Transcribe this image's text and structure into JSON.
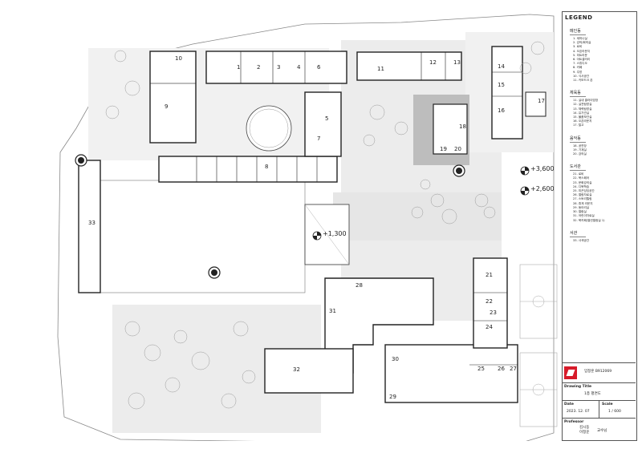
{
  "legend": {
    "title": "LEGEND",
    "groups": [
      {
        "title": "메인동",
        "items": [
          "1. 세미나실",
          "2. 강의/회의실",
          "3. 로비",
          "4. 오픈라운지",
          "5. 미트라운",
          "6. 아트갤러리",
          "7. 스튜디오",
          "8. 카페",
          "9. 주방",
          "10. 식사공간",
          "11. 키보드크 존"
        ]
      },
      {
        "title": "체육동",
        "items": [
          "11. 실내 클라이밍장",
          "12. 실전탐방실",
          "13. 체력탐방실",
          "14. 유가관실",
          "15. 물품보관실",
          "16. 오픈라운지",
          "17. 탈고"
        ]
      },
      {
        "title": "음악동",
        "items": [
          "18. 공연장",
          "19. 기계실",
          "20. 강의실"
        ]
      },
      {
        "title": "도서관",
        "items": [
          "21. 로비",
          "22. 북스페어",
          "23. 문화강의실",
          "24. 디북학습",
          "25. 미끈딩딩공간",
          "26. 열람자료실",
          "27. 스토리텔링",
          "28. 휴게 라운지",
          "29. 동아리실",
          "30. 열람실",
          "31. 어린이자료실",
          "32. 북카페(열린열람실 1)"
        ]
      },
      {
        "title": "서관",
        "items": [
          "33. 사색공간"
        ]
      }
    ]
  },
  "titleblock": {
    "student": "임정훈 B912069",
    "drawing_title_label": "Drawing Title",
    "drawing_title": "1층 평면도",
    "date_label": "Date",
    "date": "2023. 12. 07",
    "scale_label": "Scale",
    "scale": "1 / 600",
    "professor_label": "Professor",
    "professor_names": "김시동\n이정운",
    "professor_suffix": "교수님",
    "logo_color": "#d71b2a"
  },
  "elevations": {
    "e1": "+3,600",
    "e2": "+2,600",
    "e3": "+1,300"
  },
  "rooms": [
    "1",
    "2",
    "3",
    "4",
    "5",
    "6",
    "7",
    "8",
    "9",
    "10",
    "11",
    "12",
    "13",
    "14",
    "15",
    "16",
    "17",
    "18",
    "19",
    "20",
    "21",
    "22",
    "23",
    "24",
    "25",
    "26",
    "27",
    "28",
    "29",
    "30",
    "31",
    "32",
    "33"
  ]
}
